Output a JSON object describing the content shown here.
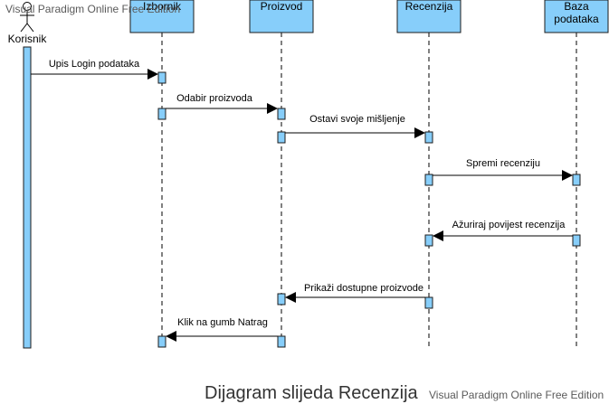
{
  "watermark": "Visual Paradigm Online Free Edition",
  "actor": {
    "name": "Korisnik"
  },
  "lifelines": [
    {
      "name": "Izbornik"
    },
    {
      "name": "Proizvod"
    },
    {
      "name": "Recenzija"
    },
    {
      "name": "Baza podataka",
      "lines": [
        "Baza",
        "podataka"
      ]
    }
  ],
  "messages": [
    {
      "label": "Upis Login podataka",
      "from": "Korisnik",
      "to": "Izbornik"
    },
    {
      "label": "Odabir proizvoda",
      "from": "Izbornik",
      "to": "Proizvod"
    },
    {
      "label": "Ostavi svoje mišljenje",
      "from": "Proizvod",
      "to": "Recenzija"
    },
    {
      "label": "Spremi recenziju",
      "from": "Recenzija",
      "to": "Baza podataka"
    },
    {
      "label": "Ažuriraj povijest recenzija",
      "from": "Baza podataka",
      "to": "Recenzija"
    },
    {
      "label": "Prikaži dostupne proizvode",
      "from": "Recenzija",
      "to": "Proizvod"
    },
    {
      "label": "Klik na gumb Natrag",
      "from": "Proizvod",
      "to": "Izbornik"
    }
  ],
  "footer": {
    "title": "Dijagram slijeda Recenzija",
    "watermark": "Visual Paradigm Online Free Edition"
  },
  "colors": {
    "box_fill": "#87cefa",
    "box_stroke": "#1c1c1c",
    "activation_fill": "#87cefa",
    "line": "#000000"
  }
}
